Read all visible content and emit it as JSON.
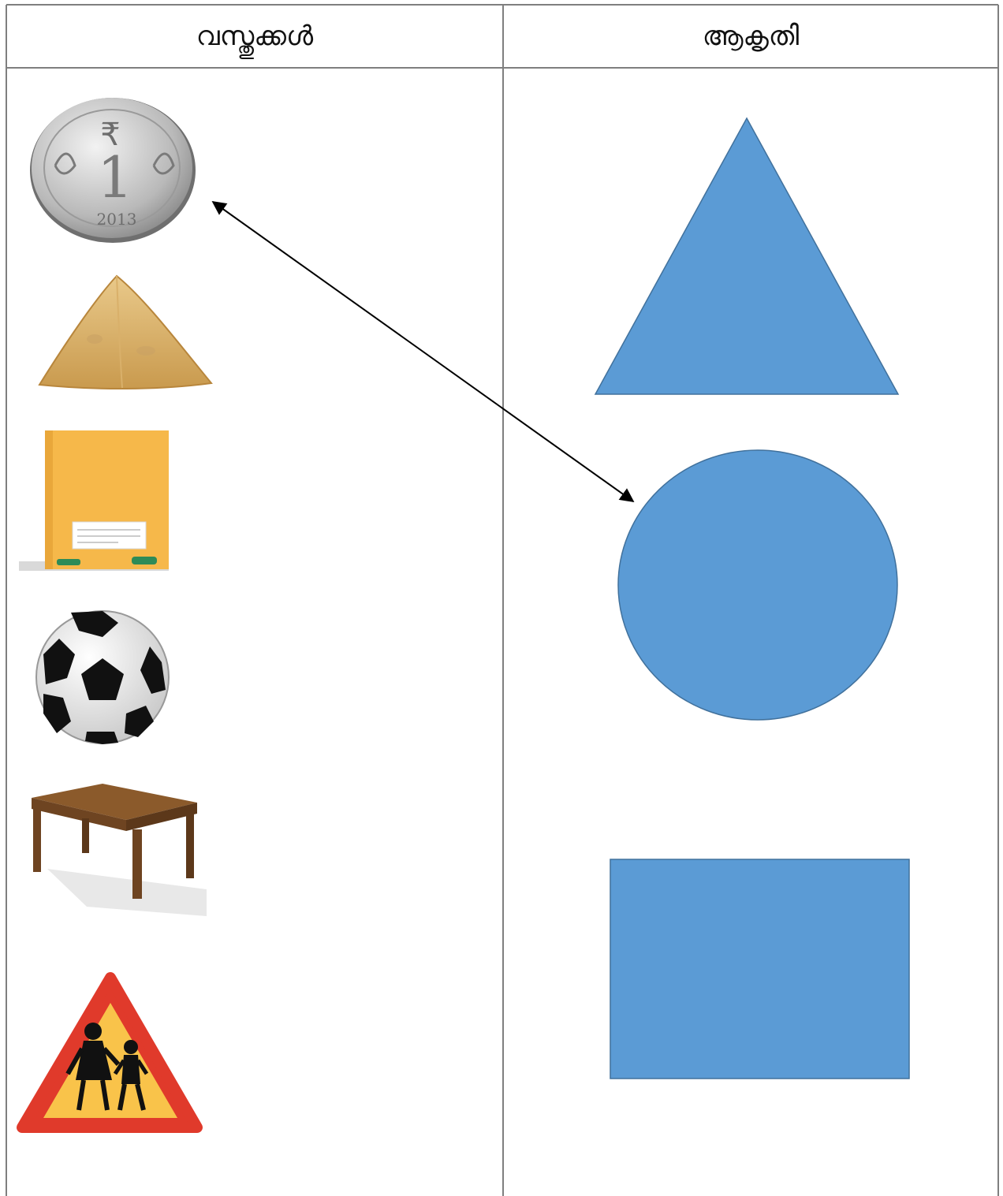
{
  "table": {
    "headers": {
      "objects": "വസ്തുക്കൾ",
      "shapes": "ആകൃതി"
    }
  },
  "objects": [
    {
      "name": "coin",
      "face_value": "1",
      "currency_symbol": "₹",
      "year": "2013"
    },
    {
      "name": "samosa"
    },
    {
      "name": "notebook"
    },
    {
      "name": "football"
    },
    {
      "name": "table"
    },
    {
      "name": "school-crossing-sign"
    }
  ],
  "shapes": [
    "triangle",
    "circle",
    "rectangle"
  ],
  "matches": [
    {
      "object": "coin",
      "shape": "circle"
    }
  ],
  "colors": {
    "shape_fill": "#5b9bd5",
    "shape_stroke": "#41719c",
    "grid_line": "#7f7f7f",
    "notebook": "#f6b84a",
    "sign_red": "#e03a2b",
    "sign_yellow": "#f9c34a"
  }
}
